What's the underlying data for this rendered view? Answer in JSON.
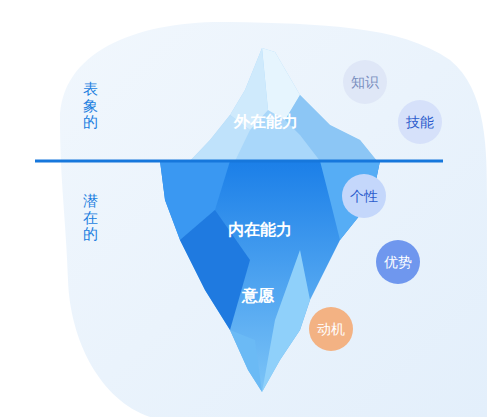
{
  "diagram": {
    "nodes": [
      {
        "text": [
          "知识"
        ]
      },
      {
        "text": [
          "技能"
        ]
      },
      {
        "text": [
          "个性"
        ]
      },
      {
        "text": [
          "优势"
        ]
      },
      {
        "text": [
          "动机"
        ]
      }
    ],
    "labels": [
      "表象的",
      "潜在的",
      "外在能力",
      "内在能力",
      "意愿"
    ]
  }
}
